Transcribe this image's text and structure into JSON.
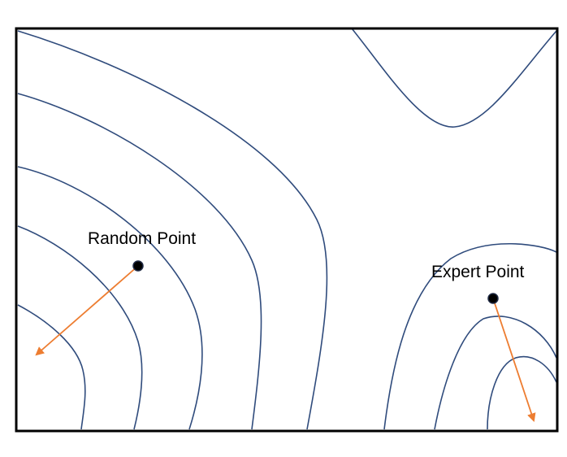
{
  "diagram": {
    "points": [
      {
        "id": "random",
        "label": "Random Point"
      },
      {
        "id": "expert",
        "label": "Expert Point"
      }
    ],
    "colors": {
      "frame": "#000000",
      "contour": "#2f4b7c",
      "arrow": "#ed7d31",
      "point": "#000000"
    }
  }
}
